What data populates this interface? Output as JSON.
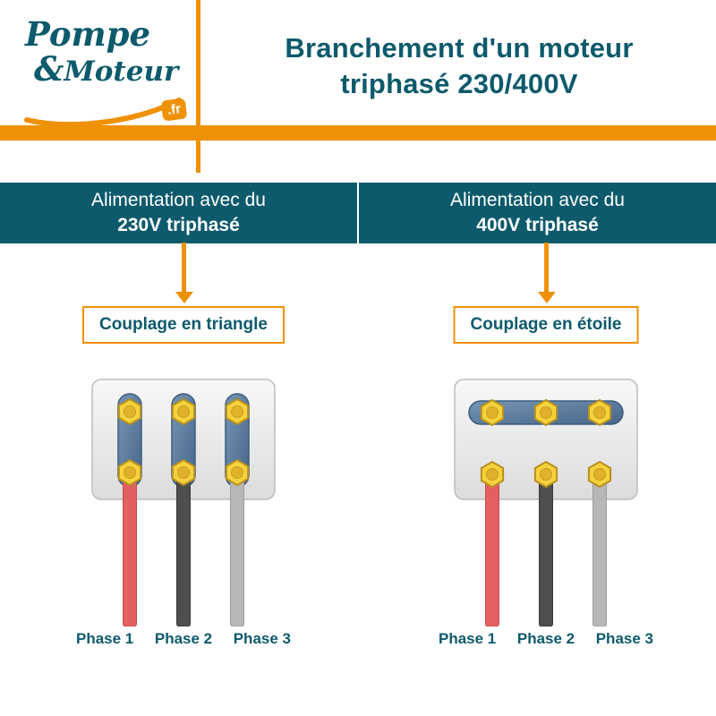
{
  "logo": {
    "word1": "Pompe",
    "amp": "&",
    "word2": "Moteur",
    "tld": ".fr"
  },
  "title": {
    "line1": "Branchement d'un moteur",
    "line2": "triphasé 230/400V"
  },
  "columns": [
    {
      "supply_line1": "Alimentation avec du",
      "supply_line2": "230V triphasé",
      "coupling": "Couplage en triangle",
      "phase1": "Phase 1",
      "phase2": "Phase 2",
      "phase3": "Phase 3"
    },
    {
      "supply_line1": "Alimentation avec du",
      "supply_line2": "400V triphasé",
      "coupling": "Couplage en étoile",
      "phase1": "Phase 1",
      "phase2": "Phase 2",
      "phase3": "Phase 3"
    }
  ],
  "colors": {
    "teal": "#0d5a6c",
    "orange": "#ef9105",
    "wire_red": "#e2605f",
    "wire_dark": "#4e4e4e",
    "wire_light": "#b7b7b7",
    "nut_yellow": "#f5d23c",
    "bar_blue": "#5b7fa3"
  }
}
